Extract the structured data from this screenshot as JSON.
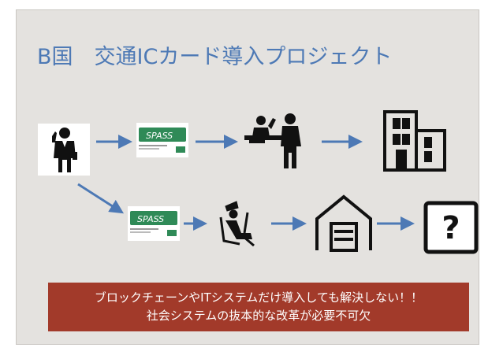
{
  "slide": {
    "title": "B国　交通ICカード導入プロジェクト"
  },
  "cards": {
    "logo_text": "SPASS"
  },
  "banner": {
    "line1": "ブロックチェーンやITシステムだけ導入しても解決しない！！",
    "line2": "社会システムの抜本的な改革が必要不可欠"
  },
  "colors": {
    "slide_bg": "#e4e2df",
    "title": "#4d79b5",
    "arrow": "#4d79b5",
    "banner_bg": "#a23a2a",
    "banner_text": "#ffffff",
    "card_green": "#2f8a57",
    "icon": "#111111"
  },
  "icons": [
    "businessman-icon",
    "ic-card-icon",
    "service-counter-icon",
    "building-icon",
    "driver-icon",
    "garage-icon",
    "question-mark-icon"
  ],
  "question": {
    "glyph": "?"
  }
}
